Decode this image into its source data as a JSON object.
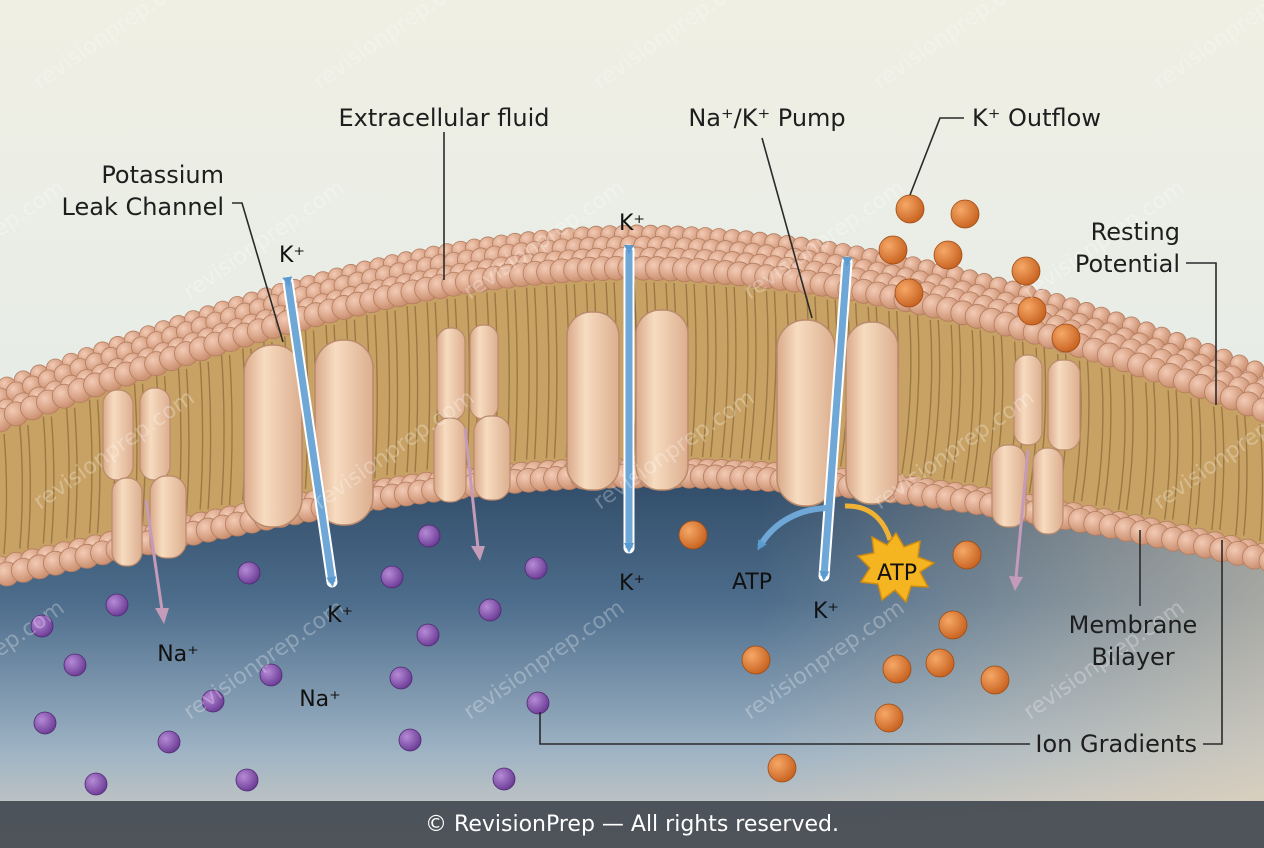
{
  "labels": {
    "extracellular": "Extracellular fluid",
    "leak_line1": "Potassium",
    "leak_line2": "Leak Channel",
    "pump": "Na⁺/K⁺ Pump",
    "outflow": "K⁺ Outflow",
    "resting_line1": "Resting",
    "resting_line2": "Potential",
    "membrane_line1": "Membrane",
    "membrane_line2": "Bilayer",
    "gradients": "Ion Gradients"
  },
  "ions": {
    "k_leak_top": "K⁺",
    "k_leak_bottom": "K⁺",
    "k_center_top": "K⁺",
    "k_center_bottom": "K⁺",
    "k_pump_bottom": "K⁺",
    "na_left": "Na⁺",
    "na_mid": "Na⁺",
    "atp_free": "ATP",
    "atp_burst": "ATP"
  },
  "watermark": "revisionprep.com",
  "footer": {
    "text": "© RevisionPrep — All rights reserved."
  },
  "colors": {
    "extracellular": "#eef0e4",
    "cytoplasm": "#3f5d7a",
    "lipid_head": "#d9a184",
    "protein": "#f1cfae",
    "arrow": "#6fa7d6",
    "na_ion": "#8a55b5",
    "k_ion": "#e07a2e",
    "atp_burst": "#f5b521"
  }
}
